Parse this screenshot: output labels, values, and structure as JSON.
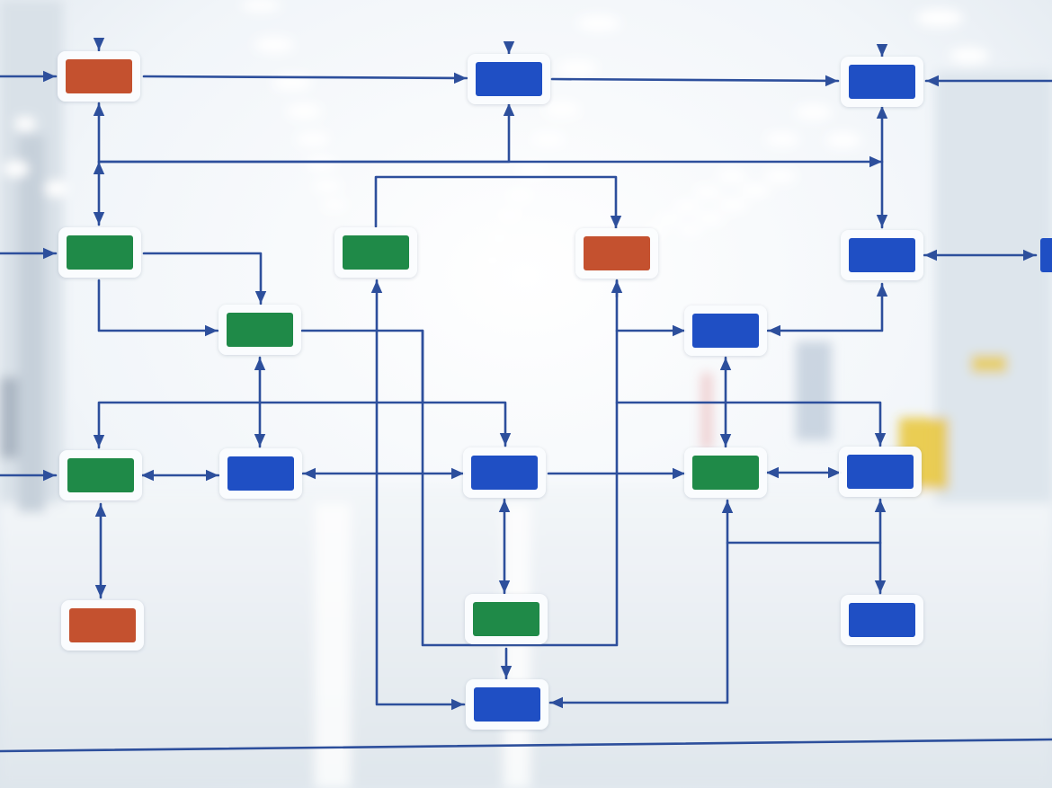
{
  "colors": {
    "red": "#c4512f",
    "green": "#1f8a48",
    "blue": "#1f4fc4",
    "connector": "#2d4f9c",
    "node_frame": "#fbfdff",
    "background": "#eef3f7"
  },
  "nodes": [
    {
      "id": "n1",
      "color": "red"
    },
    {
      "id": "n2",
      "color": "blue"
    },
    {
      "id": "n3",
      "color": "blue"
    },
    {
      "id": "n4",
      "color": "green"
    },
    {
      "id": "n5",
      "color": "green"
    },
    {
      "id": "n6",
      "color": "red"
    },
    {
      "id": "n7",
      "color": "blue"
    },
    {
      "id": "n8",
      "color": "blue"
    },
    {
      "id": "n9",
      "color": "green"
    },
    {
      "id": "n10",
      "color": "blue"
    },
    {
      "id": "n11",
      "color": "green"
    },
    {
      "id": "n12",
      "color": "blue"
    },
    {
      "id": "n13",
      "color": "blue"
    },
    {
      "id": "n14",
      "color": "green"
    },
    {
      "id": "n15",
      "color": "blue"
    },
    {
      "id": "n16",
      "color": "red"
    },
    {
      "id": "n17",
      "color": "green"
    },
    {
      "id": "n18",
      "color": "blue"
    },
    {
      "id": "n19",
      "color": "blue"
    }
  ],
  "edges": [
    {
      "from": "edge-left",
      "to": "n1"
    },
    {
      "from": "n1",
      "to": "n2"
    },
    {
      "from": "n2",
      "to": "n3"
    },
    {
      "from": "edge-right",
      "to": "n3"
    },
    {
      "from": "n3",
      "to": "n7",
      "direction": "both"
    },
    {
      "from": "n2",
      "to": "n1",
      "direction": "both"
    },
    {
      "from": "n1",
      "to": "n4",
      "direction": "both"
    },
    {
      "from": "edge-left",
      "to": "n4"
    },
    {
      "from": "n4",
      "to": "n9"
    },
    {
      "from": "n4",
      "to": "n9"
    },
    {
      "from": "n5",
      "to": "n6"
    },
    {
      "from": "n11",
      "to": "n12"
    },
    {
      "from": "n18",
      "to": "n5",
      "direction": "both"
    },
    {
      "from": "n6",
      "to": "n8"
    },
    {
      "from": "n7",
      "to": "n8",
      "direction": "both"
    },
    {
      "from": "n7",
      "to": "edge-right",
      "direction": "both"
    },
    {
      "from": "n8",
      "to": "n14",
      "direction": "both"
    },
    {
      "from": "n6",
      "to": "n15"
    },
    {
      "from": "n9",
      "to": "n10",
      "direction": "both"
    },
    {
      "from": "n9",
      "to": "n12"
    },
    {
      "from": "n12",
      "to": "n13"
    },
    {
      "from": "edge-left",
      "to": "n11"
    },
    {
      "from": "n11",
      "to": "n10",
      "direction": "both"
    },
    {
      "from": "n10",
      "to": "n12",
      "direction": "both"
    },
    {
      "from": "n13",
      "to": "n14"
    },
    {
      "from": "n14",
      "to": "n15",
      "direction": "both"
    },
    {
      "from": "n11",
      "to": "n16",
      "direction": "both"
    },
    {
      "from": "n12",
      "to": "n17",
      "direction": "both"
    },
    {
      "from": "n15",
      "to": "n19",
      "direction": "both"
    },
    {
      "from": "n17",
      "to": "n18"
    },
    {
      "from": "n15",
      "to": "n14"
    },
    {
      "from": "n14",
      "to": "n18"
    }
  ]
}
